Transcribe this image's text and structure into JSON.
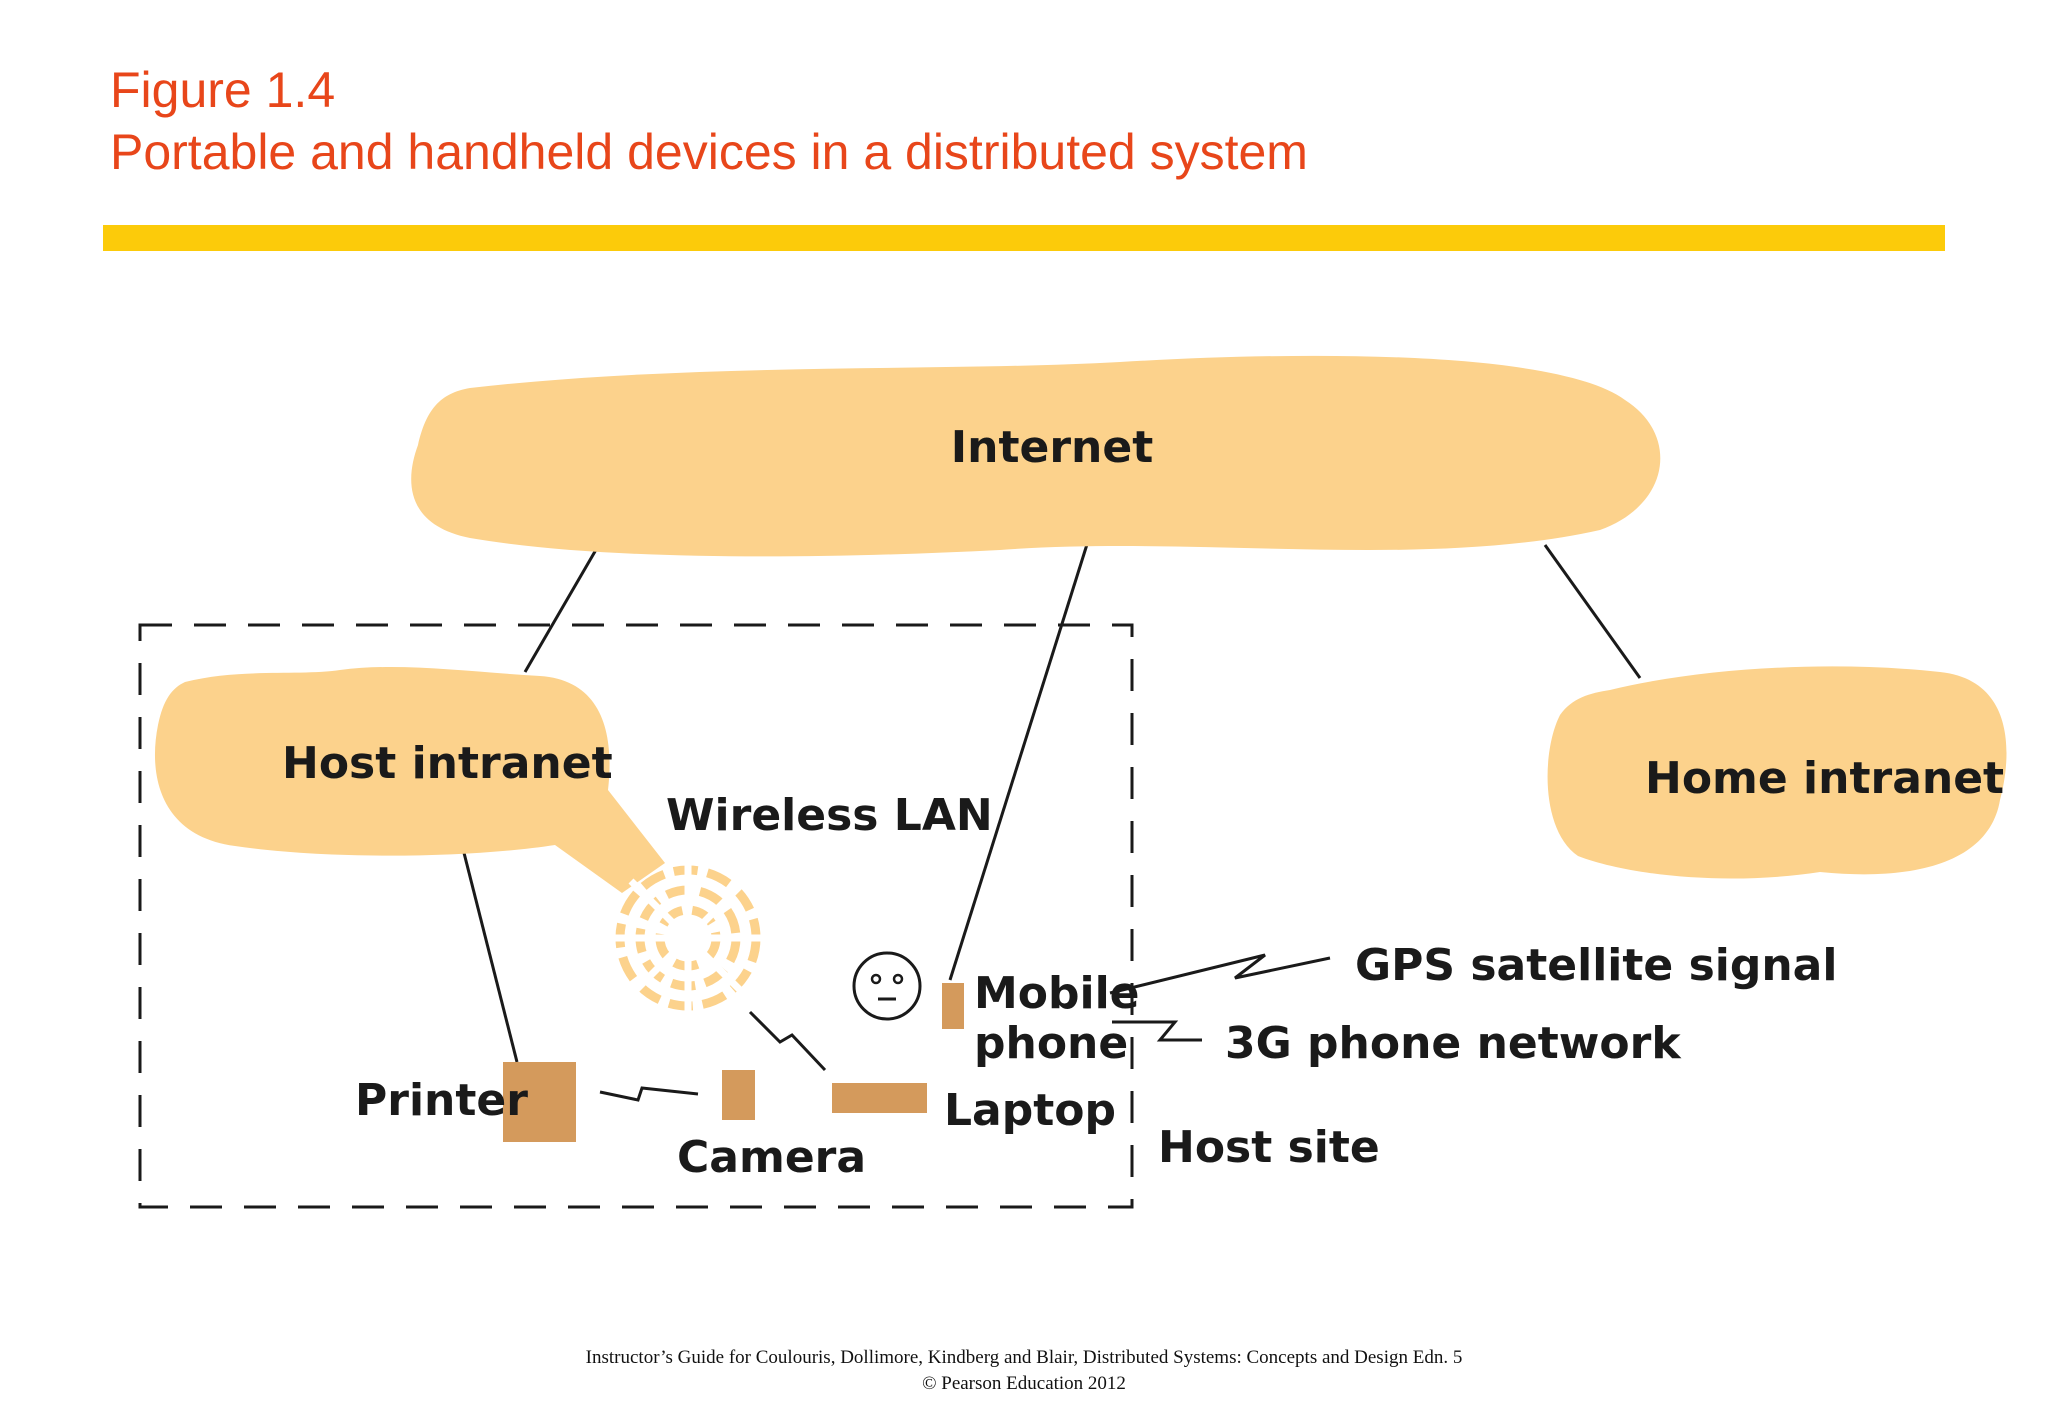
{
  "header": {
    "figure_number": "Figure 1.4",
    "figure_title": "Portable and handheld devices in a distributed system"
  },
  "colors": {
    "title": "#e8461a",
    "title_bar": "#fccb0a",
    "cloud": "#fcd28c",
    "device": "#d49a5c"
  },
  "diagram": {
    "internet_label": "Internet",
    "host_intranet_label": "Host intranet",
    "home_intranet_label": "Home intranet",
    "wireless_lan_label": "Wireless LAN",
    "mobile_label_line1": "Mobile",
    "mobile_label_line2": "phone",
    "gps_label": "GPS satellite signal",
    "phone_network_label": "3G phone network",
    "printer_label": "Printer",
    "camera_label": "Camera",
    "laptop_label": "Laptop",
    "host_site_label": "Host site"
  },
  "footer": {
    "line1": "Instructor’s Guide for  Coulouris, Dollimore, Kindberg and Blair,  Distributed Systems: Concepts and Design   Edn. 5",
    "line2": "©  Pearson Education 2012"
  }
}
